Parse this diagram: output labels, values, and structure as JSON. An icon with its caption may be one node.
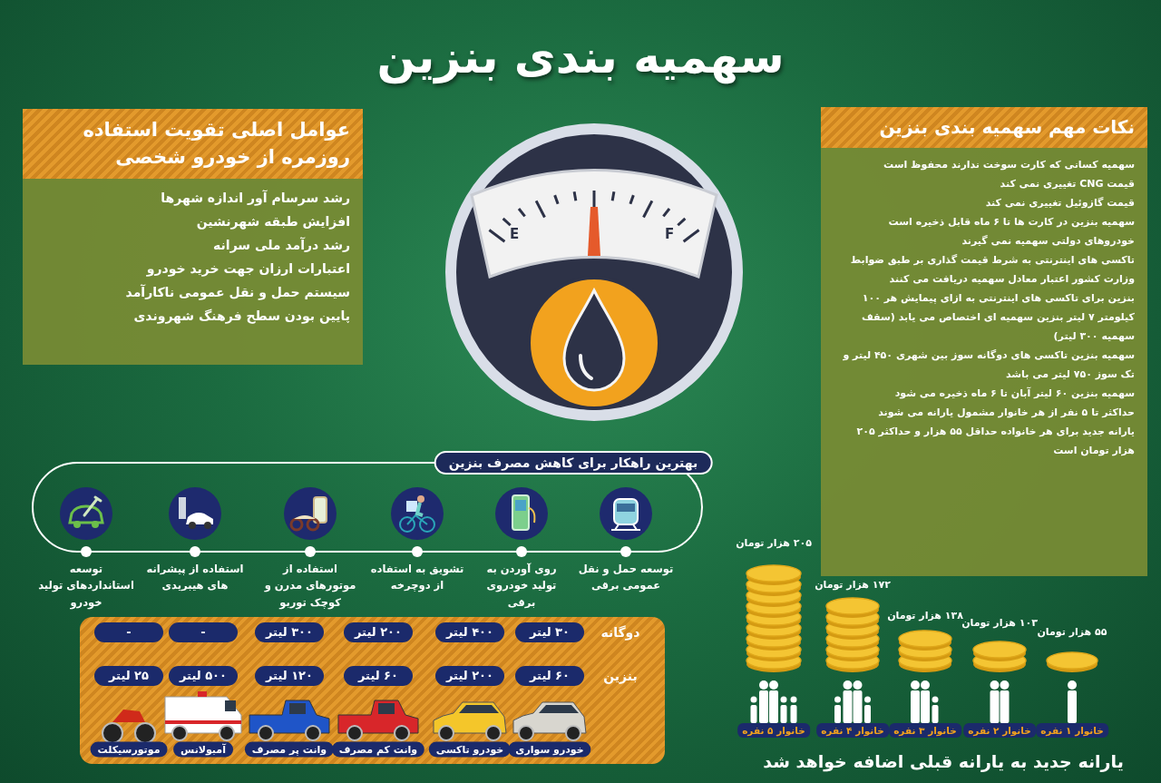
{
  "diagram": {
    "title": "سهمیه بندی بنزین",
    "caption": "یارانه جدید به یارانه قبلی اضافه خواهد شد",
    "nodes": [
      {
        "text": [
          "عوامل اصلی تقویت استفاده روزمره از خودرو شخصی",
          "رشد سرسام آور اندازه شهرها",
          "افزایش طبقه شهرنشین",
          "رشد درآمد ملی سرانه",
          "اعتبارات ارزان جهت خرید خودرو",
          "سیستم حمل و نقل عمومی ناکارآمد",
          "پایین بودن سطح فرهنگ شهروندی"
        ]
      },
      {
        "text": [
          "نکات مهم سهمیه بندی بنزین",
          "سهمیه کسانی که کارت سوخت ندارند محفوظ است",
          "قیمت CNG تغییری نمی کند",
          "قیمت گازوئیل تغییری نمی کند",
          "سهمیه بنزین در کارت ها تا ۶ ماه قابل ذخیره است",
          "خودروهای دولتی سهمیه نمی گیرند",
          "تاکسی های اینترنتی به شرط قیمت گذاری بر طبق ضوابط وزارت کشور اعتبار معادل سهمیه دریافت می کنند",
          "بنزین برای تاکسی های اینترنتی به ازای پیمایش هر ۱۰۰ کیلومتر ۷ لیتر بنزین سهمیه ای اختصاص می یابد (سقف سهمیه ۳۰۰ لیتر)",
          "سهمیه بنزین تاکسی های دوگانه سوز بین شهری ۴۵۰ لیتر و تک سوز ۷۵۰ لیتر می باشد",
          "سهمیه بنزین ۶۰ لیتر آبان تا ۶ ماه ذخیره می شود",
          "حداکثر تا ۵ نفر از هر خانوار مشمول یارانه می شوند",
          "یارانه جدید برای هر خانواده حداقل ۵۵ هزار و حداکثر ۲۰۵ هزار تومان است"
        ]
      },
      {
        "text": [
          "بهترین راهکار برای کاهش مصرف بنزین"
        ]
      },
      {
        "text": [
          "توسعه حمل و نقل عمومی برقی"
        ],
        "in": 2
      },
      {
        "text": [
          "روی آوردن به تولید خودروی برقی"
        ],
        "in": 2
      },
      {
        "text": [
          "تشویق به استفاده از دوچرخه"
        ],
        "in": 2
      },
      {
        "text": [
          "استفاده از موتورهای مدرن و کوچک توربو"
        ],
        "in": 2
      },
      {
        "text": [
          "استفاده از پیشرانه های هیبریدی"
        ],
        "in": 2
      },
      {
        "text": [
          "توسعه استانداردهای تولید خودرو"
        ],
        "in": 2
      }
    ],
    "labels": [
      "E",
      "F",
      "دوگانه",
      "۳۰ لیتر",
      "۴۰۰ لیتر",
      "۲۰۰ لیتر",
      "۳۰۰ لیتر",
      "-",
      "-",
      "بنزین",
      "۶۰ لیتر",
      "۲۰۰ لیتر",
      "۶۰ لیتر",
      "۱۲۰ لیتر",
      "۵۰۰ لیتر",
      "۲۵ لیتر",
      "خودرو سواری",
      "خودرو تاکسی",
      "وانت کم مصرف",
      "وانت پر مصرف",
      "آمبولانس",
      "موتورسیکلت",
      "۲۰۵ هزار تومان",
      "۱۷۲ هزار تومان",
      "۱۳۸ هزار تومان",
      "۱۰۳ هزار تومان",
      "۵۵ هزار تومان",
      "خانوار ۵ نفره",
      "خانوار ۴ نفره",
      "خانوار ۳ نفره",
      "خانوار ۲ نفره",
      "خانوار ۱ نفره"
    ]
  }
}
